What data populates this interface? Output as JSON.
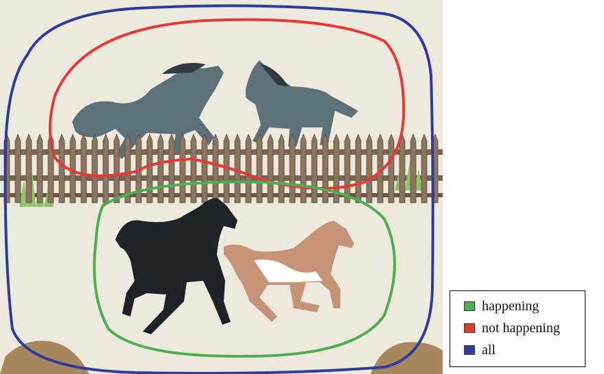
{
  "legend": {
    "items": [
      {
        "label": "happening",
        "color": "#4caf50"
      },
      {
        "label": "not happening",
        "color": "#e53935"
      },
      {
        "label": "all",
        "color": "#2e3d99"
      }
    ]
  },
  "colors": {
    "background": "#eee9dd",
    "fence": "#7a6650",
    "grass": "#8fc66a",
    "rock": "#a8875f",
    "gray_horse": "#5d7178",
    "black_horse": "#1d2328",
    "pinto_brown": "#c59478"
  },
  "regions": [
    {
      "name": "all",
      "color": "#2e3d99"
    },
    {
      "name": "not happening",
      "color": "#e53935"
    },
    {
      "name": "happening",
      "color": "#4caf50"
    }
  ]
}
